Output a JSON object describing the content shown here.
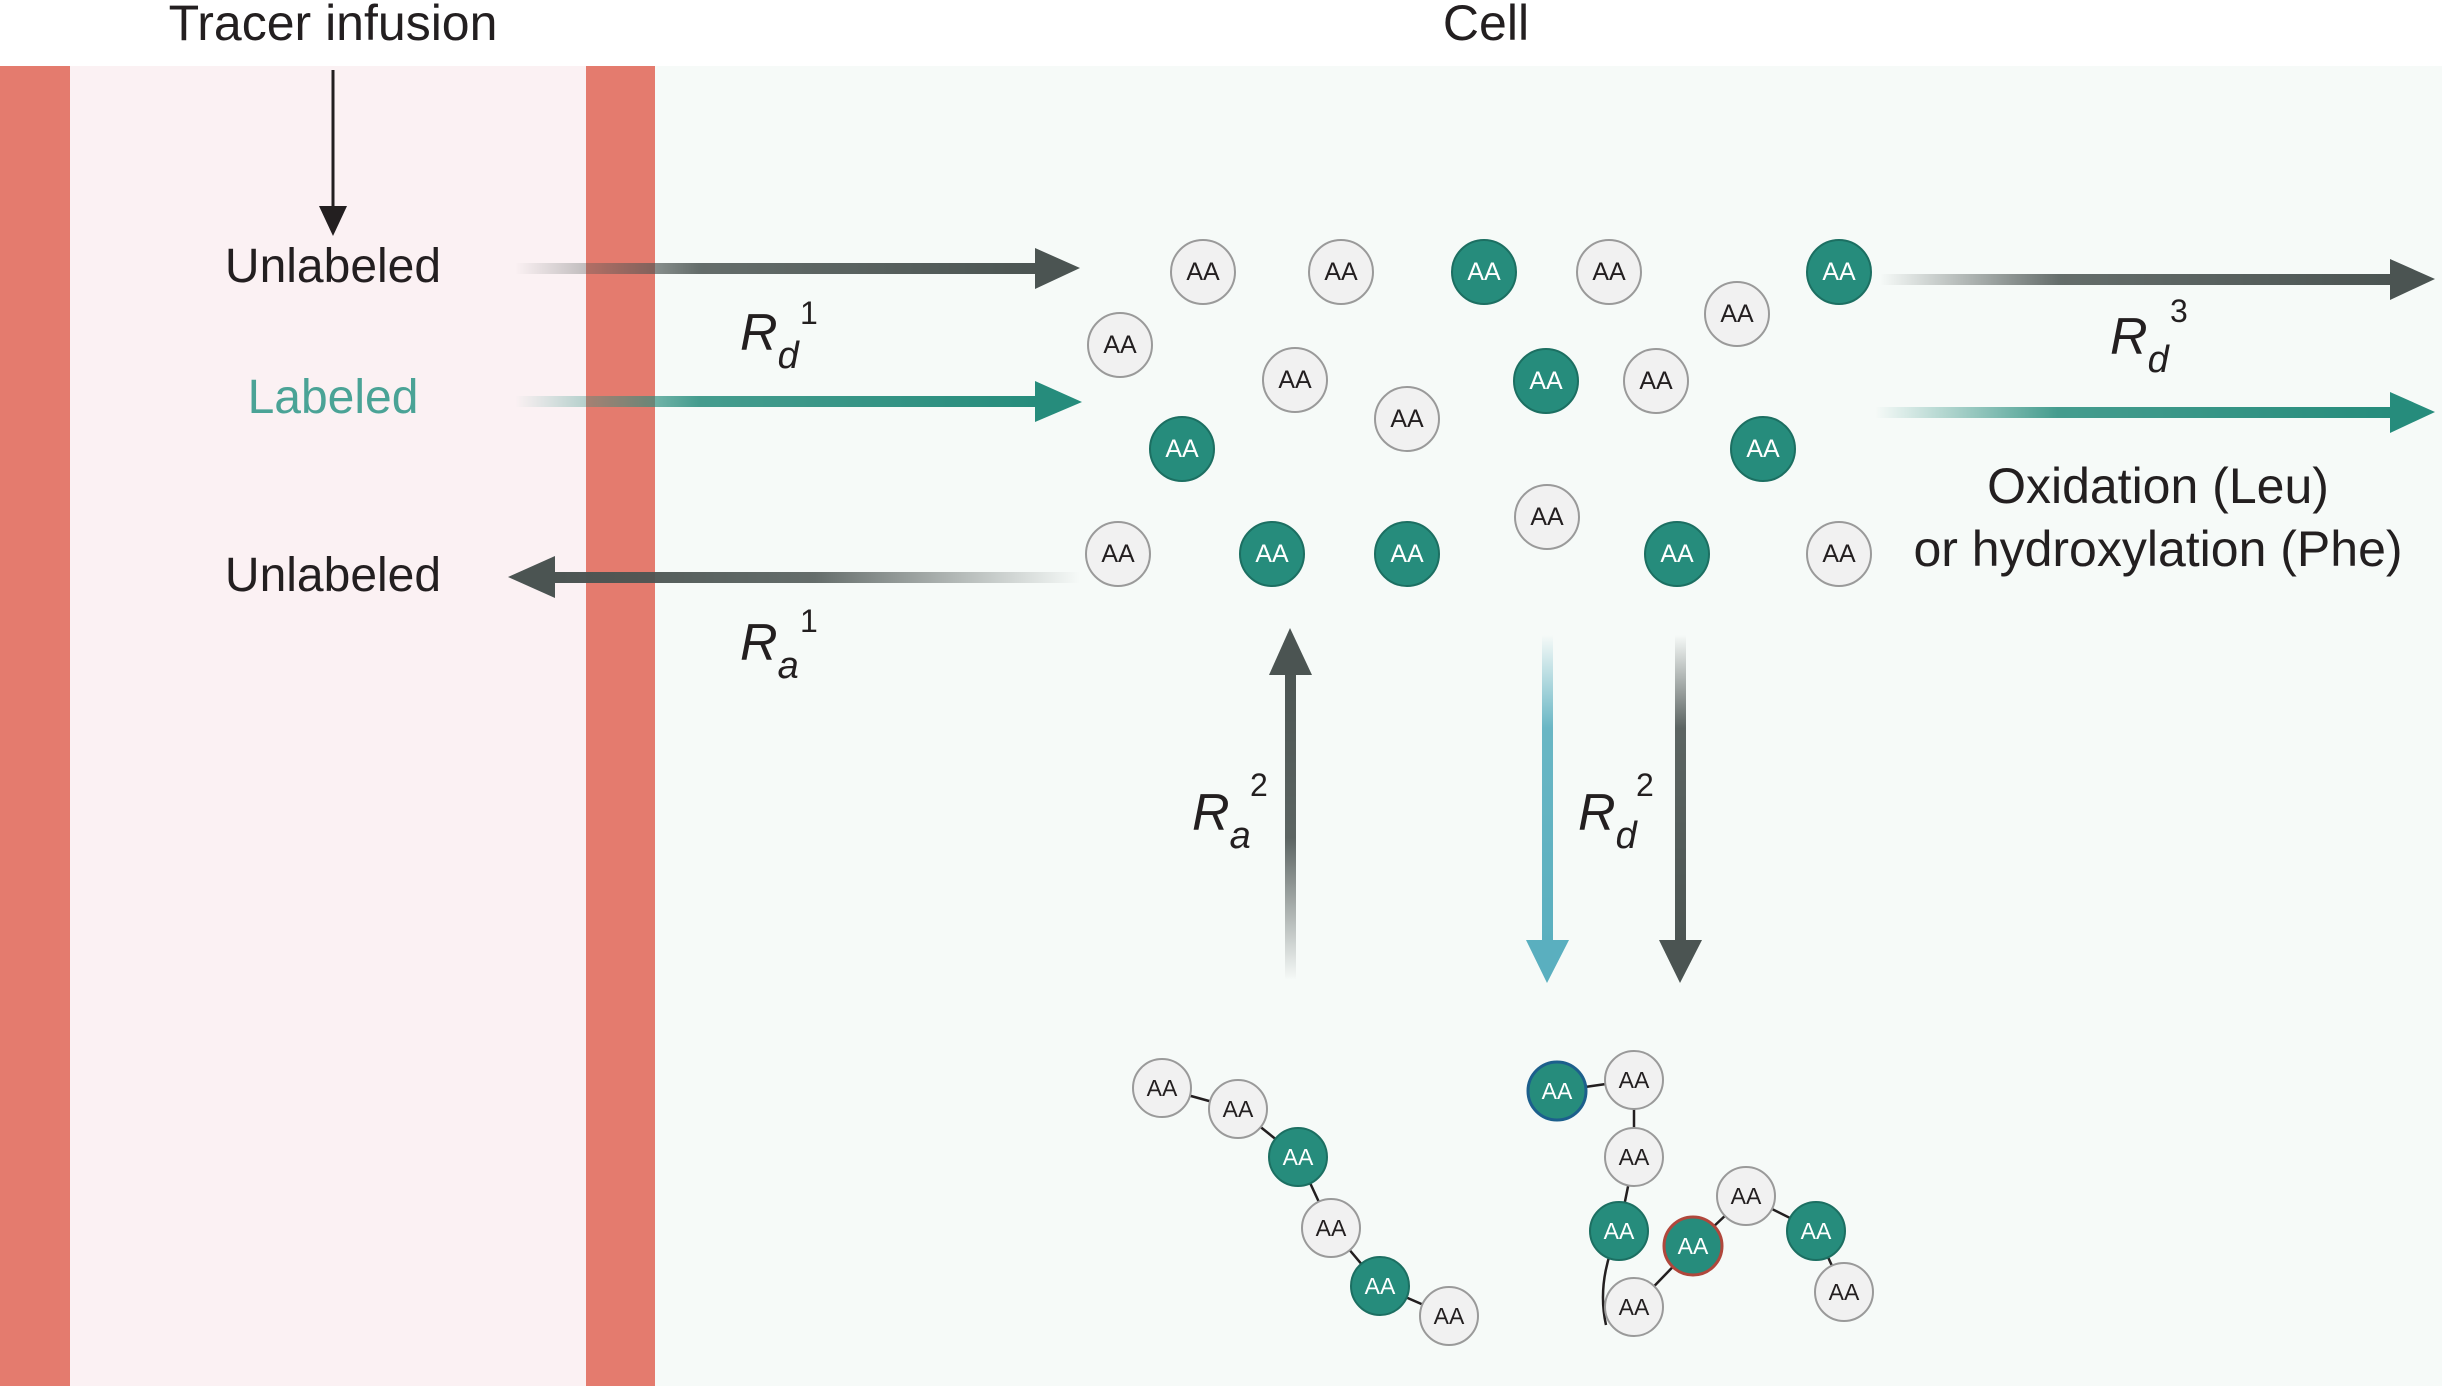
{
  "labels": {
    "tracer_infusion": "Tracer infusion",
    "cell": "Cell",
    "unlabeled_in": "Unlabeled",
    "labeled_in": "Labeled",
    "unlabeled_out": "Unlabeled",
    "oxidation_line1": "Oxidation (Leu)",
    "oxidation_line2": "or hydroxylation (Phe)"
  },
  "rates": {
    "rd1": {
      "symbol": "R",
      "sub": "d",
      "sup": "1"
    },
    "ra1": {
      "symbol": "R",
      "sub": "a",
      "sup": "1"
    },
    "rd3": {
      "symbol": "R",
      "sub": "d",
      "sup": "3"
    },
    "ra2": {
      "symbol": "R",
      "sub": "a",
      "sup": "2"
    },
    "rd2": {
      "symbol": "R",
      "sub": "d",
      "sup": "2"
    }
  },
  "amino_acid_label": "AA",
  "colors": {
    "membrane": "#e47b6e",
    "plasma_bg": "#fbf1f3",
    "cell_bg": "#f6faf8",
    "labeled": "#268c7c",
    "labeled_text": "#4aa396",
    "unlabeled": "#f1f1f1",
    "arrow_dark": "#4b5452",
    "arrow_light_teal": "#5aafbf"
  }
}
